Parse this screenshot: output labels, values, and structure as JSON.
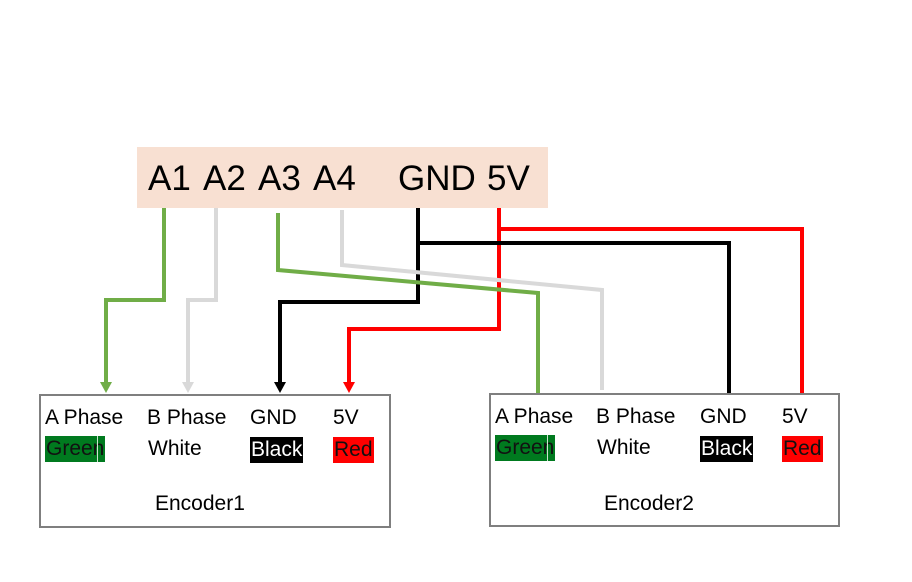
{
  "header": {
    "pins": [
      {
        "id": "A1",
        "label": "A1"
      },
      {
        "id": "A2",
        "label": "A2"
      },
      {
        "id": "A3",
        "label": "A3"
      },
      {
        "id": "A4",
        "label": "A4"
      },
      {
        "id": "GND",
        "label": "GND"
      },
      {
        "id": "5V",
        "label": "5V"
      }
    ],
    "background_color": "#f8e0d2"
  },
  "encoders": [
    {
      "title": "Encoder1",
      "signals": [
        {
          "name": "A Phase",
          "wire_color_label": "Green",
          "tag_color": "#007a1f"
        },
        {
          "name": "B Phase",
          "wire_color_label": "White",
          "tag_color": "none"
        },
        {
          "name": "GND",
          "wire_color_label": "Black",
          "tag_color": "#000000"
        },
        {
          "name": "5V",
          "wire_color_label": "Red",
          "tag_color": "#ff0000"
        }
      ]
    },
    {
      "title": "Encoder2",
      "signals": [
        {
          "name": "A Phase",
          "wire_color_label": "Green",
          "tag_color": "#007a1f"
        },
        {
          "name": "B Phase",
          "wire_color_label": "White",
          "tag_color": "none"
        },
        {
          "name": "GND",
          "wire_color_label": "Black",
          "tag_color": "#000000"
        },
        {
          "name": "5V",
          "wire_color_label": "Red",
          "tag_color": "#ff0000"
        }
      ]
    }
  ],
  "connections": [
    {
      "from": "A1",
      "to": "Encoder1 A Phase",
      "color": "#70ad47",
      "arrow": true
    },
    {
      "from": "A2",
      "to": "Encoder1 B Phase",
      "color": "#d9d9d9",
      "arrow": true
    },
    {
      "from": "GND",
      "to": "Encoder1 GND",
      "color": "#000000",
      "arrow": true
    },
    {
      "from": "5V",
      "to": "Encoder1 5V",
      "color": "#ff0000",
      "arrow": true
    },
    {
      "from": "A3",
      "to": "Encoder2 A Phase",
      "color": "#70ad47",
      "arrow": false
    },
    {
      "from": "A4",
      "to": "Encoder2 B Phase",
      "color": "#d9d9d9",
      "arrow": false
    },
    {
      "from": "GND",
      "to": "Encoder2 GND",
      "color": "#000000",
      "arrow": false
    },
    {
      "from": "5V",
      "to": "Encoder2 5V",
      "color": "#ff0000",
      "arrow": false
    }
  ]
}
